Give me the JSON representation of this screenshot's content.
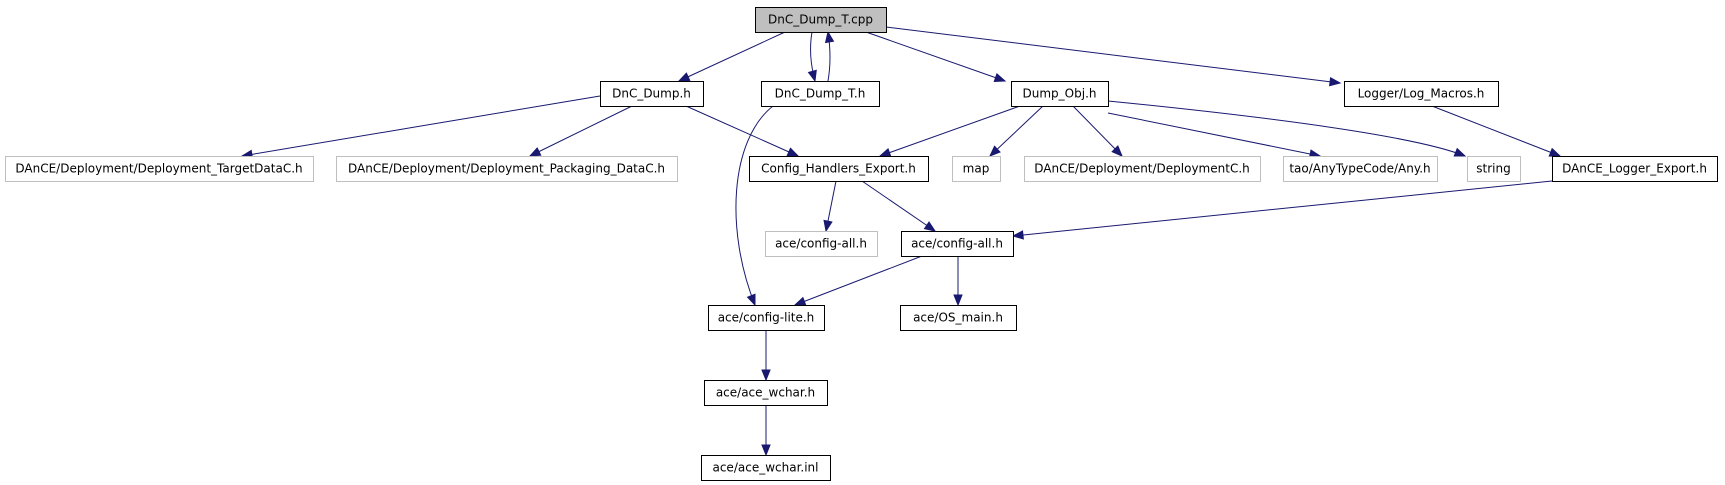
{
  "diagram": {
    "title": "DnC_Dump_T.cpp include dependency graph",
    "colors": {
      "edge": "#191970",
      "root_fill": "#bfbfbf",
      "ext_border": "#bfbfbf",
      "node_border": "#000000"
    },
    "nodes": [
      {
        "id": "n0",
        "label": "DnC_Dump_T.cpp",
        "kind": "root"
      },
      {
        "id": "n1",
        "label": "DnC_Dump.h",
        "kind": "local"
      },
      {
        "id": "n2",
        "label": "DnC_Dump_T.h",
        "kind": "local"
      },
      {
        "id": "n3",
        "label": "Dump_Obj.h",
        "kind": "local"
      },
      {
        "id": "n4",
        "label": "Logger/Log_Macros.h",
        "kind": "local"
      },
      {
        "id": "n5",
        "label": "DAnCE/Deployment/Deployment_TargetDataC.h",
        "kind": "external"
      },
      {
        "id": "n6",
        "label": "DAnCE/Deployment/Deployment_Packaging_DataC.h",
        "kind": "external"
      },
      {
        "id": "n7",
        "label": "Config_Handlers_Export.h",
        "kind": "local"
      },
      {
        "id": "n8",
        "label": "map",
        "kind": "external"
      },
      {
        "id": "n9",
        "label": "DAnCE/Deployment/DeploymentC.h",
        "kind": "external"
      },
      {
        "id": "n10",
        "label": "tao/AnyTypeCode/Any.h",
        "kind": "external"
      },
      {
        "id": "n11",
        "label": "string",
        "kind": "external"
      },
      {
        "id": "n12",
        "label": "DAnCE_Logger_Export.h",
        "kind": "local"
      },
      {
        "id": "n13",
        "label": "ace/config-all.h",
        "kind": "external"
      },
      {
        "id": "n14",
        "label": "ace/config-all.h",
        "kind": "local"
      },
      {
        "id": "n15",
        "label": "ace/config-lite.h",
        "kind": "local"
      },
      {
        "id": "n16",
        "label": "ace/OS_main.h",
        "kind": "local"
      },
      {
        "id": "n17",
        "label": "ace/ace_wchar.h",
        "kind": "local"
      },
      {
        "id": "n18",
        "label": "ace/ace_wchar.inl",
        "kind": "local"
      }
    ],
    "edges": [
      {
        "from": "n0",
        "to": "n1"
      },
      {
        "from": "n0",
        "to": "n2"
      },
      {
        "from": "n2",
        "to": "n0"
      },
      {
        "from": "n0",
        "to": "n3"
      },
      {
        "from": "n0",
        "to": "n4"
      },
      {
        "from": "n1",
        "to": "n5"
      },
      {
        "from": "n1",
        "to": "n6"
      },
      {
        "from": "n1",
        "to": "n7"
      },
      {
        "from": "n2",
        "to": "n15"
      },
      {
        "from": "n3",
        "to": "n7"
      },
      {
        "from": "n3",
        "to": "n8"
      },
      {
        "from": "n3",
        "to": "n9"
      },
      {
        "from": "n3",
        "to": "n10"
      },
      {
        "from": "n3",
        "to": "n11"
      },
      {
        "from": "n4",
        "to": "n12"
      },
      {
        "from": "n7",
        "to": "n13"
      },
      {
        "from": "n7",
        "to": "n14"
      },
      {
        "from": "n12",
        "to": "n14"
      },
      {
        "from": "n14",
        "to": "n15"
      },
      {
        "from": "n14",
        "to": "n16"
      },
      {
        "from": "n15",
        "to": "n17"
      },
      {
        "from": "n17",
        "to": "n18"
      }
    ]
  }
}
